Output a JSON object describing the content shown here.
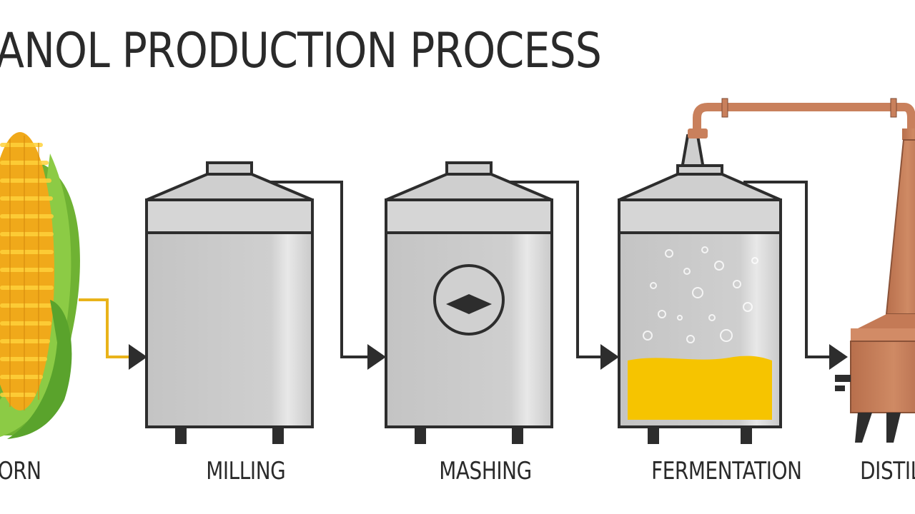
{
  "title": "ANOL PRODUCTION PROCESS",
  "stages": [
    {
      "label": "ORN",
      "icon": "corn-icon"
    },
    {
      "label": "MILLING",
      "icon": "tank-icon"
    },
    {
      "label": "MASHING",
      "icon": "tank-icon"
    },
    {
      "label": "FERMENTATION",
      "icon": "tank-icon"
    },
    {
      "label": "DISTILL",
      "icon": "still-icon"
    }
  ],
  "colors": {
    "tank": "#cfcfcf",
    "tank_highlight": "#e6e6e6",
    "outline": "#2d2d2d",
    "pipe_corn": "#e9b31a",
    "liquid": "#f6c400",
    "copper": "#c9805c",
    "corn": "#f2b21a",
    "husk": "#7cbd3a"
  }
}
